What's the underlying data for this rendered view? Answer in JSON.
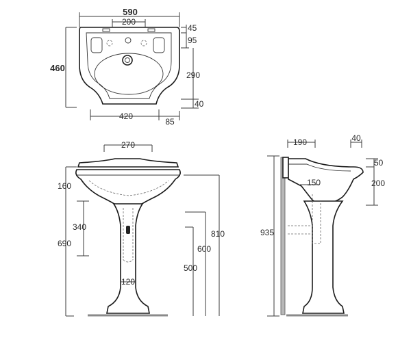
{
  "views": {
    "top": {
      "dims": {
        "overall_width": "590",
        "tap_holes_spacing": "200",
        "depth": "460",
        "back_edge_offset": "45",
        "tap_hole_offset": "95",
        "bowl_depth": "290",
        "front_lip": "40",
        "front_width": "420",
        "front_offset": "85"
      }
    },
    "front": {
      "dims": {
        "pedestal_top_width": "270",
        "basin_height": "160",
        "waste_height": "340",
        "rim_to_waste": "690",
        "pedestal_height": "600",
        "floor_to_rim": "810",
        "outlet_height": "500",
        "pedestal_base_width": "120"
      }
    },
    "side": {
      "dims": {
        "wall_to_tap": "190",
        "rim_front": "40",
        "rim_thickness": "50",
        "bowl_height": "200",
        "waste_projection": "150",
        "total_height": "935"
      }
    }
  }
}
